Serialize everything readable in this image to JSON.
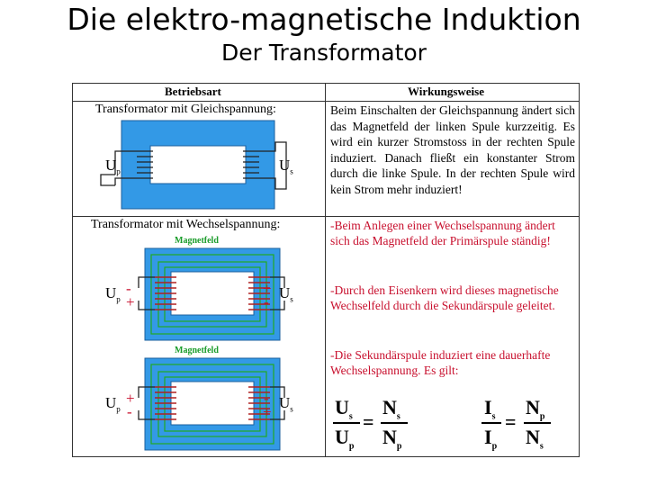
{
  "title": "Die elektro-magnetische Induktion",
  "subtitle": "Der Transformator",
  "table": {
    "header_col1": "Betriebsart",
    "header_col2": "Wirkungsweise",
    "row1": {
      "label": "Transformator mit Gleichspannung:",
      "description": "Beim Einschalten der Gleichspannung ändert sich das Magnetfeld der linken Spule kurzzeitig. Es wird ein kurzer Stromstoss in der rechten Spule induziert. Danach fließt ein konstanter Strom durch die linke Spule. In der rechten Spule wird kein Strom mehr induziert!",
      "u_left": "U",
      "u_left_sub": "p",
      "u_right": "U",
      "u_right_sub": "s"
    },
    "row2": {
      "label": "Transformator mit Wechselspannung:",
      "field_label_1": "Magnetfeld",
      "field_label_2": "Magnetfeld",
      "para1": "-Beim Anlegen einer Wechselspannung ändert sich das Magnetfeld der Primärspule ständig!",
      "para2": "-Durch den Eisenkern wird dieses magnetische Wechselfeld durch die Sekundärspule geleitet.",
      "para3": "-Die Sekundärspule induziert eine dauerhafte Wechselspannung. Es gilt:",
      "u_left": "U",
      "u_left_sub": "p",
      "u_right": "U",
      "u_right_sub": "s",
      "plus": "+",
      "minus": "-"
    },
    "formula1": {
      "num_left": "U",
      "num_left_sub": "s",
      "den_left": "U",
      "den_left_sub": "p",
      "eq": "=",
      "num_right": "N",
      "num_right_sub": "s",
      "den_right": "N",
      "den_right_sub": "p"
    },
    "formula2": {
      "num_left": "I",
      "num_left_sub": "s",
      "den_left": "I",
      "den_left_sub": "p",
      "eq": "=",
      "num_right": "N",
      "num_right_sub": "p",
      "den_right": "N",
      "den_right_sub": "s"
    }
  },
  "colors": {
    "core": "#3399e6",
    "field": "#22aa22",
    "text_red": "#c8102e",
    "field_label": "#1a9c2a"
  }
}
